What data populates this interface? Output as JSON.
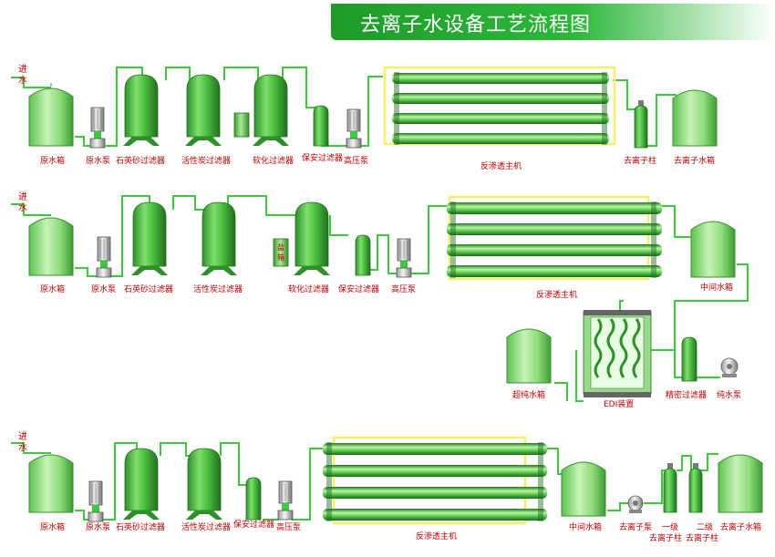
{
  "title": "去离子水设备工艺流程图",
  "colors": {
    "pipe": "#3ec83e",
    "body": "#49b43f",
    "label": "#c40000",
    "highlight": "#f4f06a"
  },
  "rows": [
    {
      "inlet_top": "进",
      "inlet_bottom": "水",
      "labels": [
        "原水箱",
        "原水泵",
        "石英砂过滤器",
        "活性炭过滤器",
        "软化过滤器",
        "保安过滤器",
        "高压泵",
        "反渗透主机",
        "去离子柱",
        "去离子水箱"
      ]
    },
    {
      "inlet_top": "进",
      "inlet_bottom": "水",
      "salt_tank": [
        "盐",
        "箱"
      ],
      "labels": [
        "原水箱",
        "原水泵",
        "石英砂过滤器",
        "活性炭过滤器",
        "软化过滤器",
        "保安过滤器",
        "高压泵",
        "反渗透主机",
        "中间水箱",
        "纯水泵",
        "精密过滤器",
        "EDI装置",
        "超纯水箱"
      ]
    },
    {
      "inlet_top": "进",
      "inlet_bottom": "水",
      "labels": [
        "原水箱",
        "原水泵",
        "石英砂过滤器",
        "活性炭过滤器",
        "保安过滤器",
        "高压泵",
        "反渗透主机",
        "中间水箱",
        "去离子泵",
        "一级",
        "去离子柱",
        "二级",
        "去离子柱",
        "去离子水箱"
      ]
    }
  ]
}
